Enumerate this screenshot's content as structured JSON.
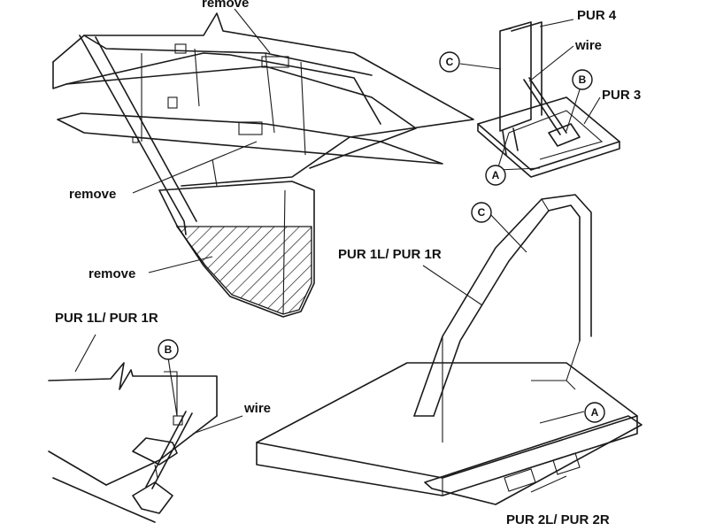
{
  "labels": {
    "remove_top": "remove",
    "remove_mid": "remove",
    "remove_low": "remove",
    "pur4": "PUR 4",
    "wire_top": "wire",
    "pur3": "PUR 3",
    "pur1_right": "PUR 1L/ PUR 1R",
    "pur1_left": "PUR 1L/ PUR 1R",
    "wire_bottom": "wire",
    "pur2": "PUR 2L/ PUR 2R"
  },
  "callouts": {
    "c_top": "C",
    "b_top": "B",
    "a_top": "A",
    "c_right": "C",
    "a_right": "A",
    "b_left": "B"
  }
}
